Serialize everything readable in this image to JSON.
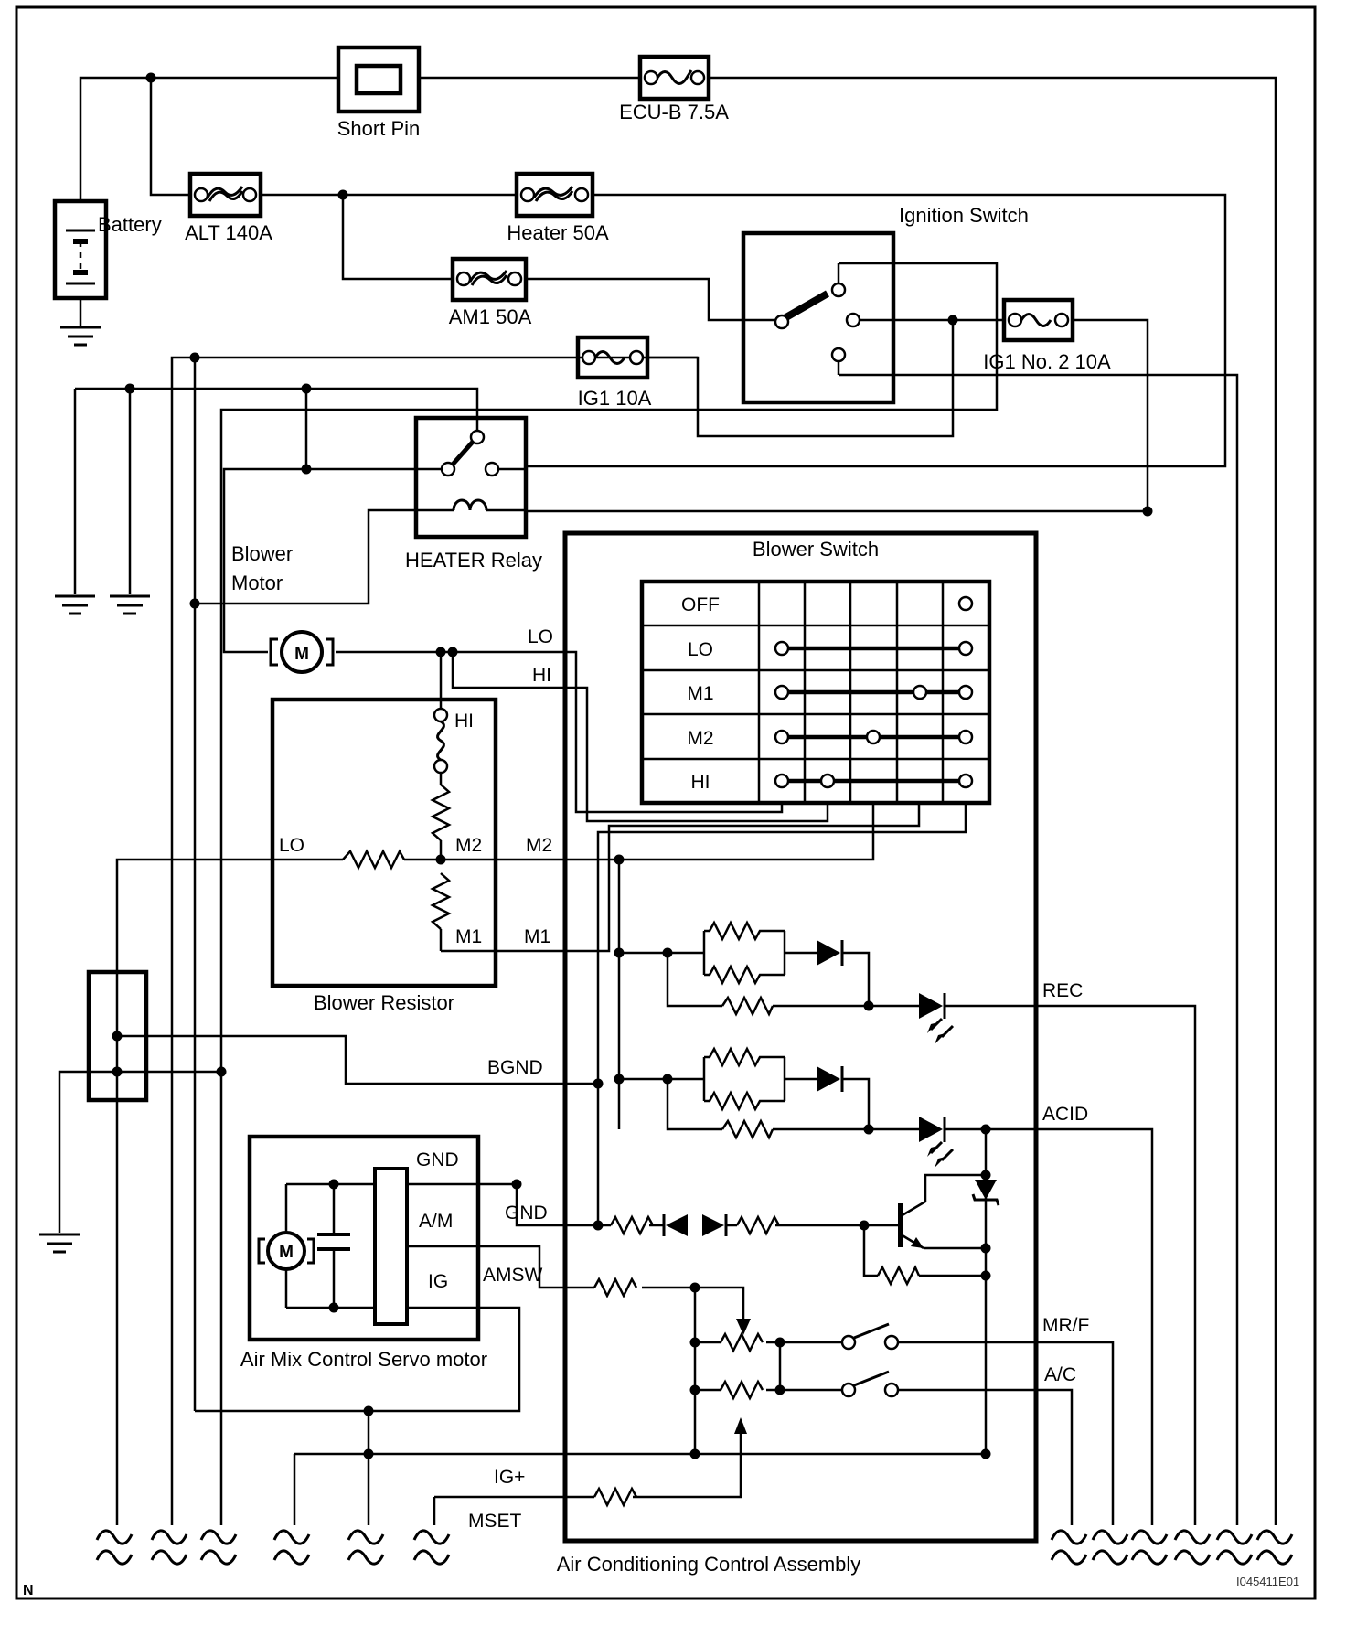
{
  "diagram": {
    "type": "automotive-wiring-diagram",
    "figure_code": "I045411E01",
    "page_marker": "N",
    "labels": {
      "battery": "Battery",
      "short_pin": "Short Pin",
      "ecu_b": "ECU-B 7.5A",
      "alt": "ALT 140A",
      "heater_fuse": "Heater 50A",
      "am1": "AM1 50A",
      "ignition_switch": "Ignition Switch",
      "ig1_no2": "IG1 No. 2 10A",
      "ig1": "IG1 10A",
      "heater_relay": "HEATER Relay",
      "blower_motor_line1": "Blower",
      "blower_motor_line2": "Motor",
      "motor_m": "M",
      "assembly_title": "Air Conditioning Control Assembly"
    },
    "blower_switch": {
      "title": "Blower Switch",
      "rows": [
        "OFF",
        "LO",
        "M1",
        "M2",
        "HI"
      ]
    },
    "blower_resistor": {
      "title": "Blower Resistor",
      "hi_inner": "HI",
      "m2_inner": "M2",
      "m1_inner": "M1",
      "lo_inner": "LO"
    },
    "pins": {
      "lo": "LO",
      "hi": "HI",
      "m2": "M2",
      "m1": "M1",
      "bgnd": "BGND",
      "gnd": "GND",
      "amsw": "AMSW",
      "rec": "REC",
      "acid": "ACID",
      "mrf": "MR/F",
      "ac": "A/C",
      "ig_plus": "IG+",
      "mset": "MSET"
    },
    "servo": {
      "title": "Air Mix Control Servo motor",
      "gnd": "GND",
      "am": "A/M",
      "ig": "IG",
      "motor_m": "M"
    }
  }
}
